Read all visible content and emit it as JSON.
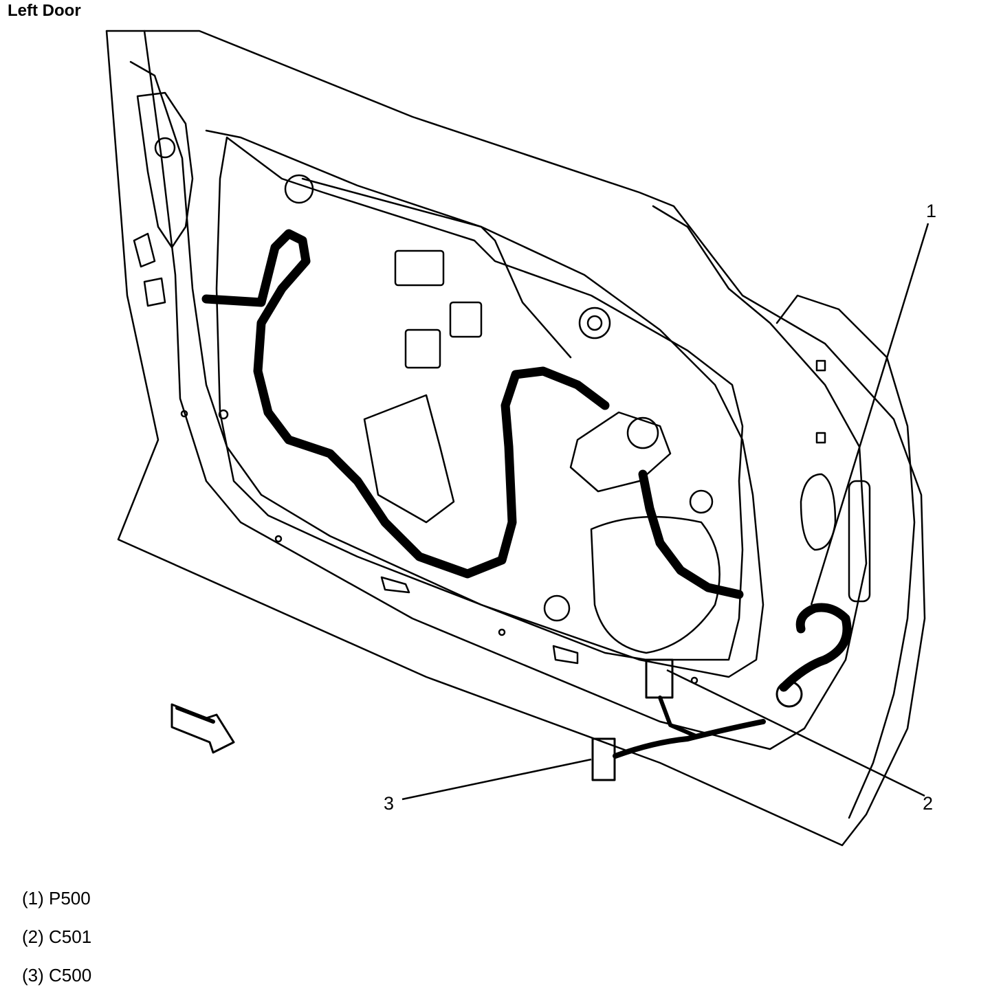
{
  "title": "Left Door",
  "callouts": [
    {
      "number": "1"
    },
    {
      "number": "2"
    },
    {
      "number": "3"
    }
  ],
  "legend": [
    {
      "text": "(1) P500"
    },
    {
      "text": "(2) C501"
    },
    {
      "text": "(3) C500"
    }
  ]
}
